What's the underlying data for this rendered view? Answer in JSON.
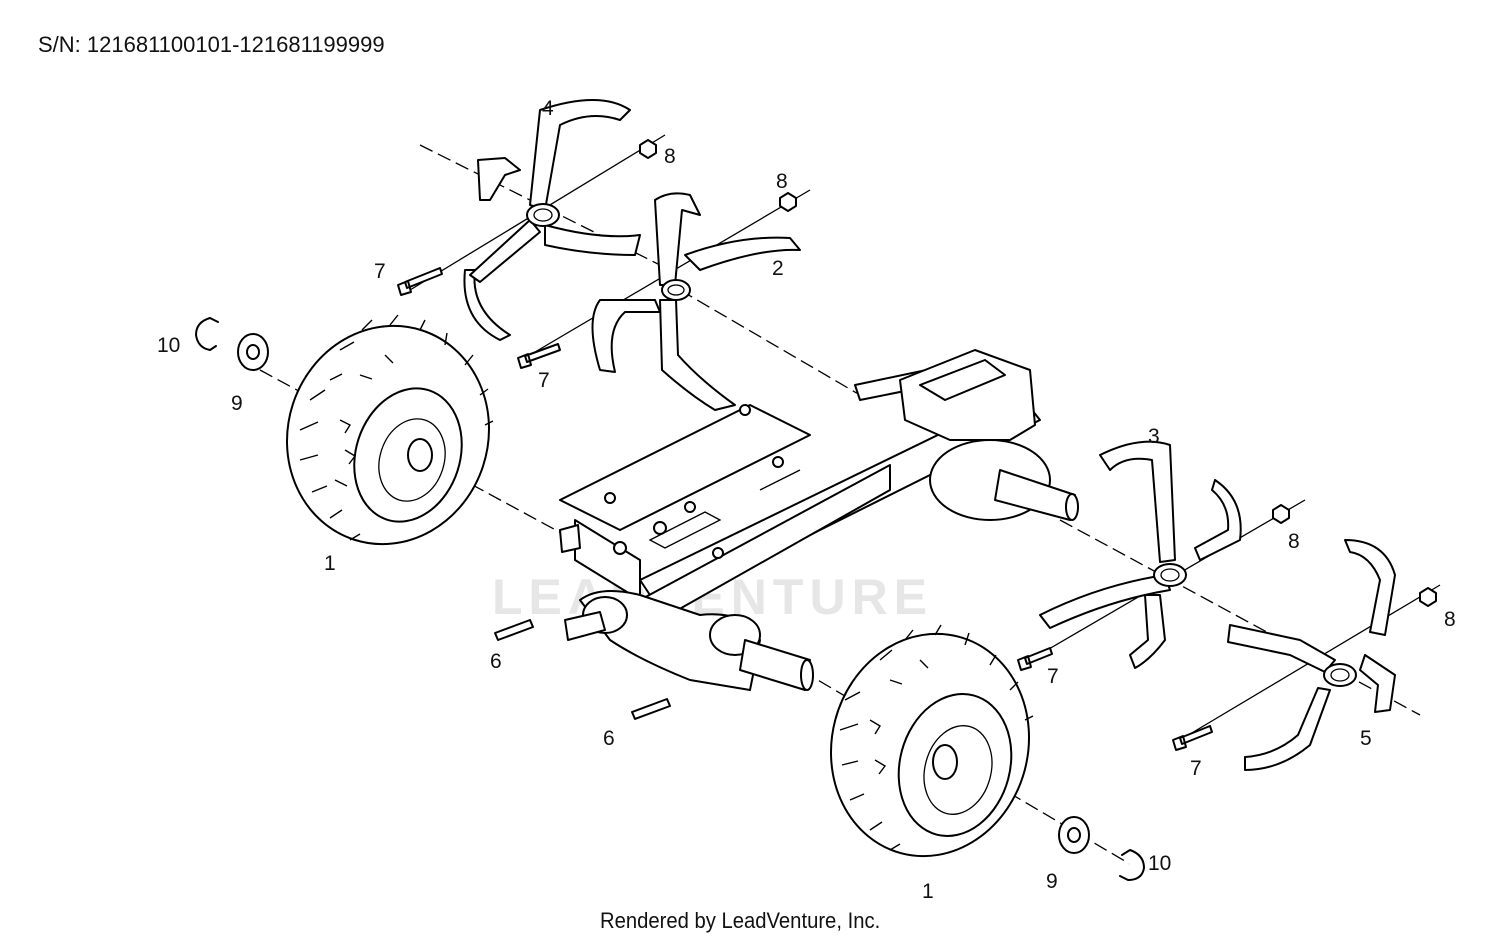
{
  "header": {
    "serial_range": "S/N: 121681100101-121681199999"
  },
  "footer": {
    "credit": "Rendered by LeadVenture, Inc."
  },
  "watermark": {
    "text": "LEADVENTURE"
  },
  "callouts": {
    "wheel_left": "1",
    "wheel_right": "1",
    "tine_2": "2",
    "tine_3": "3",
    "tine_4": "4",
    "tine_5": "5",
    "pin_6a": "6",
    "pin_6b": "6",
    "bolt_7a": "7",
    "bolt_7b": "7",
    "bolt_7c": "7",
    "bolt_7d": "7",
    "nut_8a": "8",
    "nut_8b": "8",
    "nut_8c": "8",
    "nut_8d": "8",
    "washer_9a": "9",
    "washer_9b": "9",
    "clip_10a": "10",
    "clip_10b": "10"
  }
}
